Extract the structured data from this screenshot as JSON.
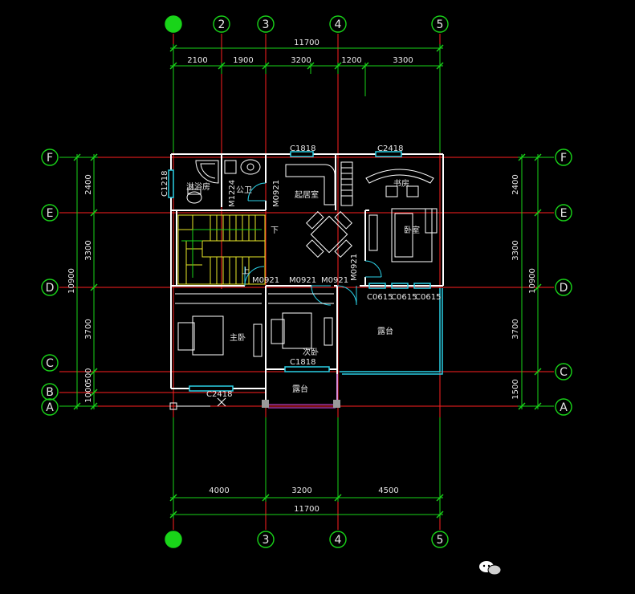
{
  "colors": {
    "background": "#000000",
    "axis": "#ff2020",
    "dimension": "#19d419",
    "dim_text": "#e8e8e8",
    "wall": "#ffffff",
    "window": "#2bd0e6",
    "stair": "#e8e829",
    "balcony_rail": "#c040c0"
  },
  "grid_labels": {
    "top": [
      "2",
      "3",
      "4",
      "5"
    ],
    "bottom": [
      "3",
      "4",
      "5"
    ],
    "left": [
      "F",
      "E",
      "D",
      "C",
      "B",
      "A"
    ],
    "right": [
      "F",
      "E",
      "D",
      "C",
      "A"
    ]
  },
  "dimensions": {
    "top_total": "11700",
    "top_segments": [
      "2100",
      "1900",
      "3200",
      "1200",
      "3300"
    ],
    "bottom_total": "11700",
    "bottom_segments": [
      "4000",
      "3200",
      "4500"
    ],
    "left_segments": [
      "2400",
      "3300",
      "3700",
      "1000",
      "500"
    ],
    "left_total": "10900",
    "right_segments": [
      "2400",
      "3300",
      "3700",
      "1500"
    ],
    "right_total": "10900"
  },
  "openings": {
    "c1218": "C1218",
    "m1224": "M1224",
    "m0921_living": "M0921",
    "c1818_top": "C1818",
    "c2418_top": "C2418",
    "m0921_study": "M0921",
    "m0921_d1": "M0921",
    "m0921_d2": "M0921",
    "m0921_d3": "M0921",
    "c0615_1": "C0615",
    "c0615_2": "C0615",
    "c0615_3": "C0615",
    "c1818_bottom": "C1818",
    "c2418_bottom": "C2418"
  },
  "rooms": {
    "shower": "淋浴房",
    "toilet": "公卫",
    "living": "起居室",
    "study": "书房",
    "bedroom": "卧室",
    "stair_down": "下",
    "stair_up": "上",
    "master": "主卧",
    "second": "次卧",
    "terrace": "露台",
    "balcony": "露台"
  }
}
